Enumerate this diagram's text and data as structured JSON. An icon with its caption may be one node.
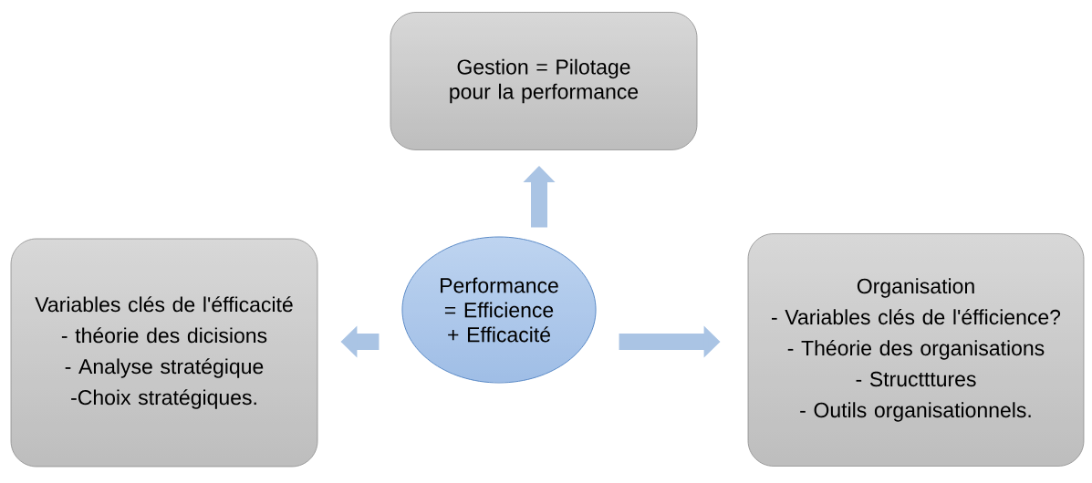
{
  "diagram": {
    "nodes": [
      {
        "text": [
          "Gestion = Pilotage pour la performance"
        ]
      },
      {
        "text": [
          "Variables clés de l'éfficacité",
          "- théorie des dicisions",
          "- Analyse stratégique",
          "-Choix stratégiques."
        ]
      },
      {
        "text": [
          "Performance = Efficience + Efficacité"
        ]
      },
      {
        "text": [
          "Organisation",
          "- Variables clés de l'éfficience?",
          "- Théorie des organisations",
          "- Structttures",
          "- Outils organisationnels."
        ]
      }
    ],
    "edges": [
      {
        "from": 2,
        "to": 0,
        "arrow": "to"
      },
      {
        "from": 2,
        "to": 1,
        "arrow": "to"
      },
      {
        "from": 2,
        "to": 3,
        "arrow": "to"
      }
    ]
  }
}
